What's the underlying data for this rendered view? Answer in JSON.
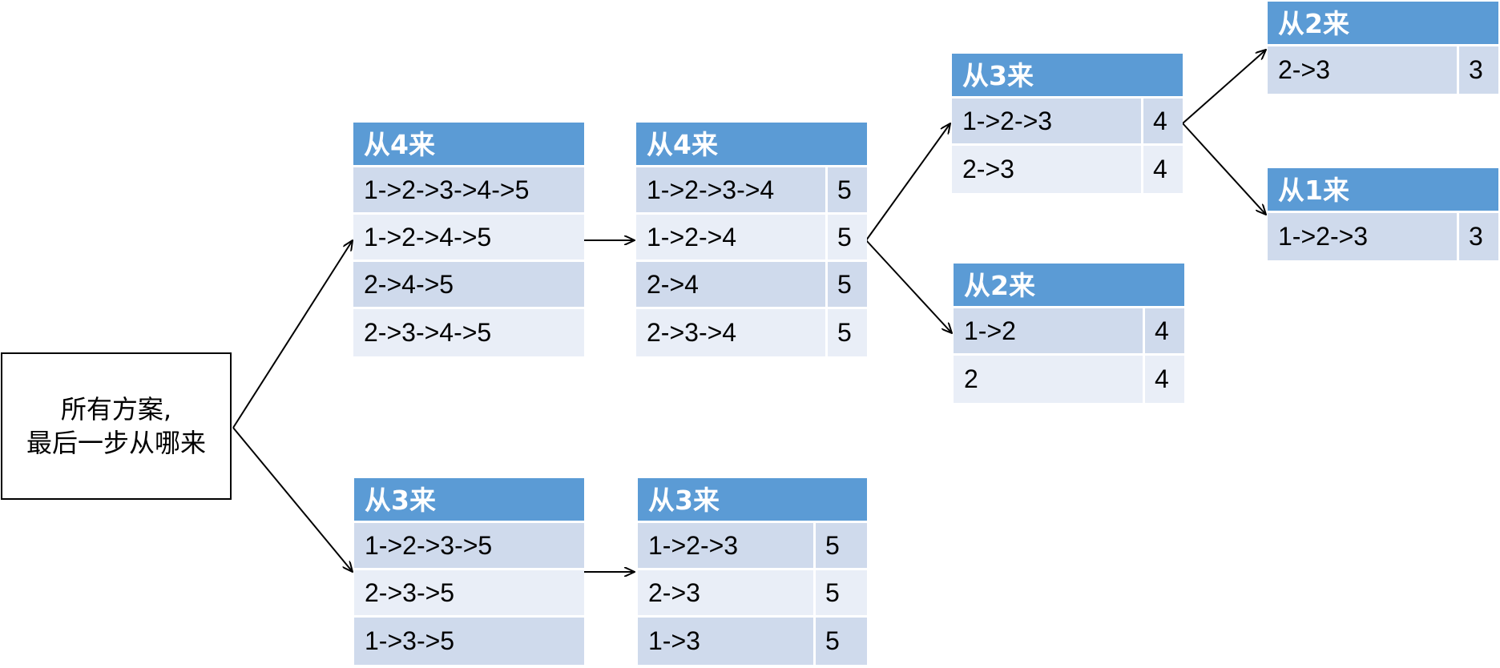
{
  "root": {
    "line1": "所有方案,",
    "line2": "最后一步从哪来"
  },
  "tables": [
    {
      "header": "从4来",
      "rows": [
        {
          "path": "1->2->3->4->5"
        },
        {
          "path": "1->2->4->5"
        },
        {
          "path": "2->4->5"
        },
        {
          "path": "2->3->4->5"
        }
      ]
    },
    {
      "header": "从4来",
      "rows": [
        {
          "path": "1->2->3->4",
          "count": "5"
        },
        {
          "path": "1->2->4",
          "count": "5"
        },
        {
          "path": "2->4",
          "count": "5"
        },
        {
          "path": "2->3->4",
          "count": "5"
        }
      ]
    },
    {
      "header": "从3来",
      "rows": [
        {
          "path": "1->2->3",
          "count": "4"
        },
        {
          "path": "2->3",
          "count": "4"
        }
      ]
    },
    {
      "header": "从2来",
      "rows": [
        {
          "path": "1->2",
          "count": "4"
        },
        {
          "path": "2",
          "count": "4"
        }
      ]
    },
    {
      "header": "从2来",
      "rows": [
        {
          "path": "2->3",
          "count": "3"
        }
      ]
    },
    {
      "header": "从1来",
      "rows": [
        {
          "path": "1->2->3",
          "count": "3"
        }
      ]
    },
    {
      "header": "从3来",
      "rows": [
        {
          "path": "1->2->3->5"
        },
        {
          "path": "2->3->5"
        },
        {
          "path": "1->3->5"
        }
      ]
    },
    {
      "header": "从3来",
      "rows": [
        {
          "path": "1->2->3",
          "count": "5"
        },
        {
          "path": "2->3",
          "count": "5"
        },
        {
          "path": "1->3",
          "count": "5"
        }
      ]
    }
  ],
  "colors": {
    "header": "#5b9bd5",
    "row_dark": "#cfdaec",
    "row_light": "#e9eef7",
    "arrow": "#000000"
  }
}
